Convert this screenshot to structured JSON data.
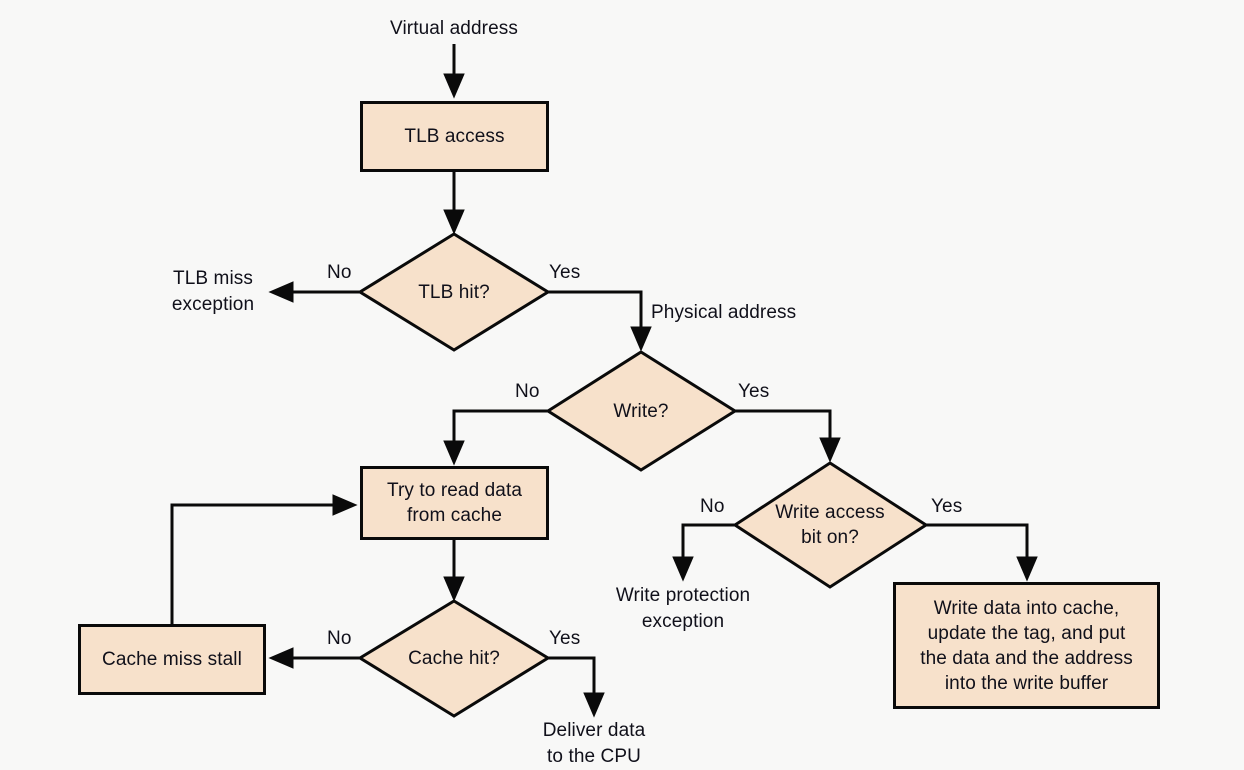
{
  "diagram": {
    "title": "Virtual address to TLB and cache access flowchart",
    "background_color": "#f8f8f7",
    "node_fill_color": "#f7e1cb",
    "node_border_color": "#0a0a0a",
    "text_color": "#10101a"
  },
  "nodes": {
    "virtual_address": "Virtual address",
    "tlb_access": "TLB access",
    "tlb_hit": "TLB hit?",
    "tlb_miss_exception": "TLB miss\nexception",
    "physical_address": "Physical  address",
    "write": "Write?",
    "write_access_bit": "Write access\nbit on?",
    "write_protection_exception": "Write protection\nexception",
    "write_data_into_cache": "Write data into cache,\nupdate the tag, and put\nthe data and the address\ninto the write buffer",
    "try_to_read": "Try to read data\nfrom cache",
    "cache_hit": "Cache hit?",
    "cache_miss_stall": "Cache miss stall",
    "deliver_data": "Deliver data\nto the CPU"
  },
  "edge_labels": {
    "tlb_hit_no": "No",
    "tlb_hit_yes": "Yes",
    "write_no": "No",
    "write_yes": "Yes",
    "write_access_no": "No",
    "write_access_yes": "Yes",
    "cache_hit_no": "No",
    "cache_hit_yes": "Yes"
  }
}
